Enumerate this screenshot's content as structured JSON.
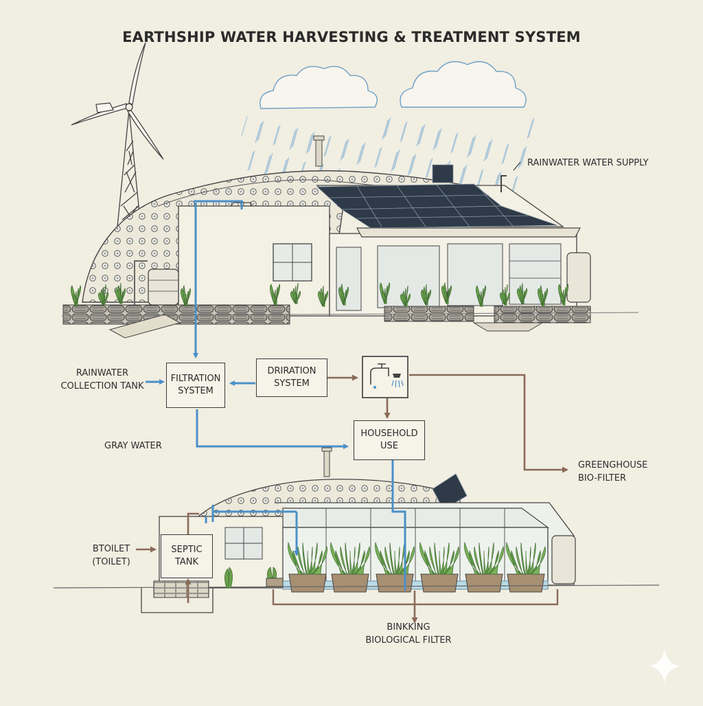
{
  "title": "EARTHSHIP WATER HARVESTING & TREATMENT SYSTEM",
  "labels": {
    "rainwater_supply": "RAINWATER WATER SUPPLY",
    "collection_tank": [
      "RAINWATER",
      "COLLECTION TANK"
    ],
    "gray_water": "GRAY WATER",
    "greenhouse_biofilter": [
      "GREENGHOUSE",
      "BIO-FILTER"
    ],
    "toilet": [
      "BTOILET",
      "(TOILET)"
    ],
    "biological_filter": [
      "BINKKING",
      "BIOLOGICAL FILTER"
    ]
  },
  "boxes": {
    "filtration": [
      "FILTRATION",
      "SYSTEM"
    ],
    "driration": [
      "DRIRATION",
      "SYSTEM"
    ],
    "household": [
      "HOUSEHOLD",
      "USE"
    ],
    "septic": [
      "SEPTIC",
      "TANK"
    ]
  },
  "icons": [
    "wind-turbine-icon",
    "cloud-icon",
    "rain-icon",
    "solar-panel-icon",
    "faucet-icon",
    "shower-icon",
    "water-tank-icon",
    "plant-icon",
    "sparkle-icon"
  ],
  "colors": {
    "background": "#f1eee2",
    "clean_water_pipe": "#4a90c8",
    "gray_water_pipe": "#8a6a58",
    "ink": "#3a3a3a",
    "plant_green": "#5f9a48",
    "solar_panel": "#2e3a48"
  }
}
